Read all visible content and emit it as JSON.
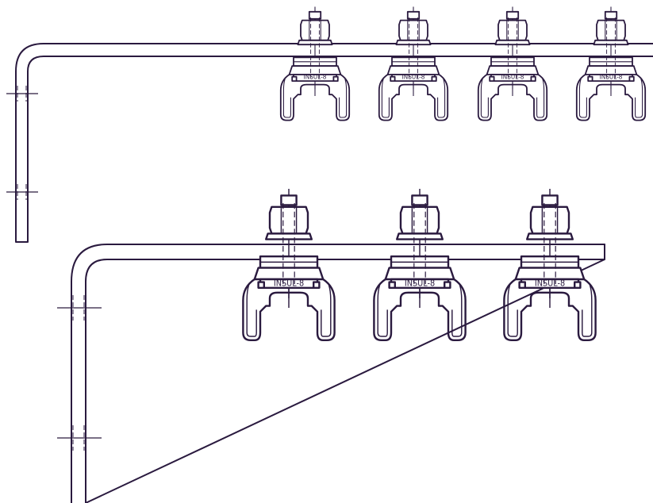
{
  "drawing": {
    "line_color": "#2a1a3f",
    "background": "#ffffff",
    "rows": [
      {
        "label": "INSUL-8",
        "count": 4
      },
      {
        "label": "INSUL-8",
        "count": 3
      }
    ]
  }
}
